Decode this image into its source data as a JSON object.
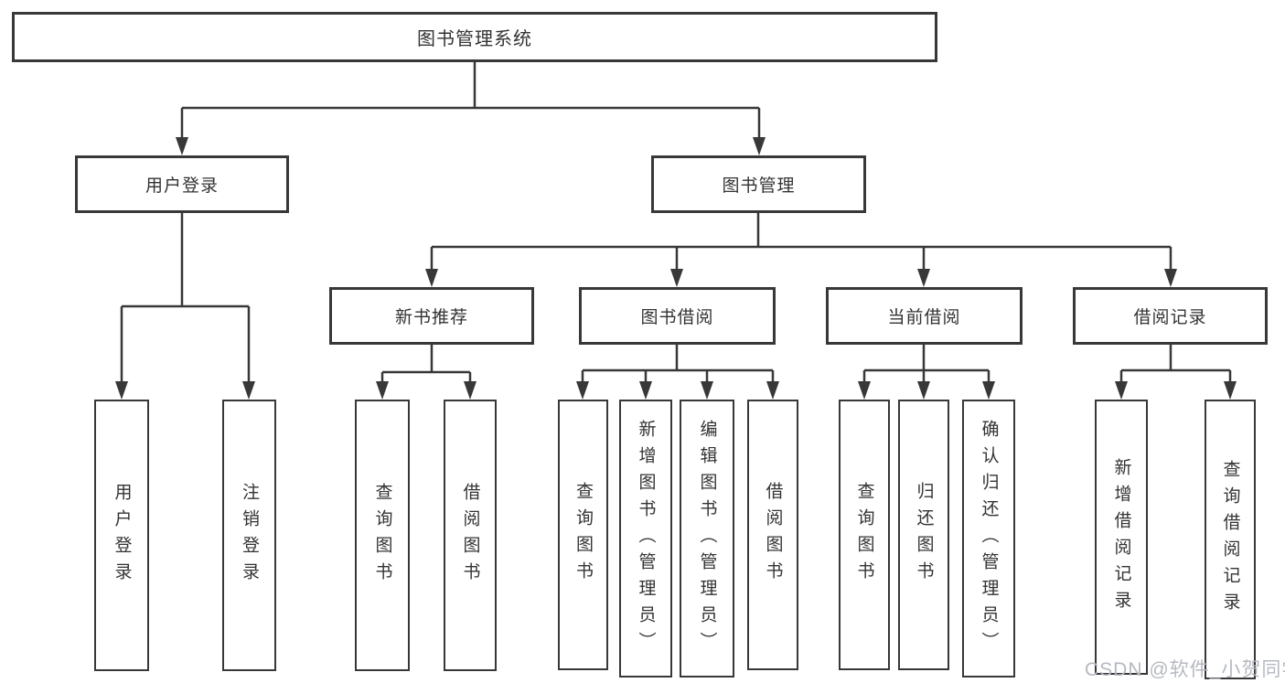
{
  "nodes": {
    "root": {
      "label": "图书管理系统"
    },
    "user_login": {
      "label": "用户登录"
    },
    "book_mgmt": {
      "label": "图书管理"
    },
    "new_book_rec": {
      "label": "新书推荐"
    },
    "book_borrow": {
      "label": "图书借阅"
    },
    "current_borrow": {
      "label": "当前借阅"
    },
    "borrow_records": {
      "label": "借阅记录"
    },
    "leaf_user_login": {
      "label": "用户登录"
    },
    "leaf_logout": {
      "label": "注销登录"
    },
    "leaf_query_book_a": {
      "label": "查询图书"
    },
    "leaf_borrow_book_a": {
      "label": "借阅图书"
    },
    "leaf_query_book_b": {
      "label": "查询图书"
    },
    "leaf_add_book_admin": {
      "label": "新增图书（管理员）"
    },
    "leaf_edit_book_admin": {
      "label": "编辑图书（管理员）"
    },
    "leaf_borrow_book_b": {
      "label": "借阅图书"
    },
    "leaf_query_book_c": {
      "label": "查询图书"
    },
    "leaf_return_book": {
      "label": "归还图书"
    },
    "leaf_confirm_return_admin": {
      "label": "确认归还（管理员）"
    },
    "leaf_add_borrow_record": {
      "label": "新增借阅记录"
    },
    "leaf_query_borrow_record": {
      "label": "查询借阅记录"
    }
  },
  "watermark": {
    "text": "CSDN @软件_小贺同学"
  },
  "colors": {
    "line": "#383838",
    "box_border": "#383838",
    "text": "#333333",
    "watermark": "#b5b9c0",
    "background": "#ffffff"
  }
}
